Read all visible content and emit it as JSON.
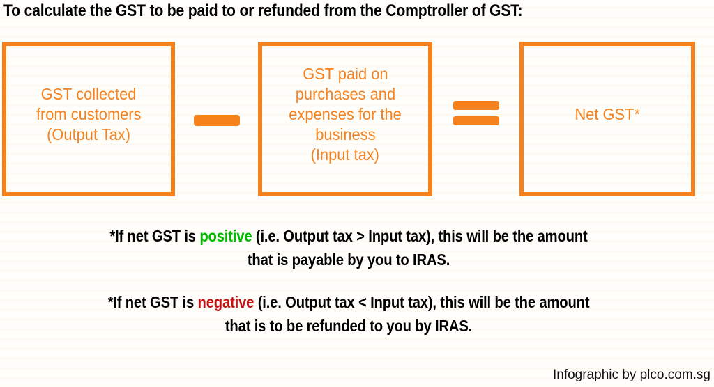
{
  "title": "To calculate the GST to be paid to or refunded from the Comptroller of GST:",
  "equation": {
    "output_box": {
      "lines": [
        "GST collected",
        "from customers",
        "(Output Tax)"
      ]
    },
    "operator_minus": "minus-sign",
    "input_box": {
      "lines": [
        "GST paid on",
        "purchases and",
        "expenses for the",
        "business",
        "(Input tax)"
      ]
    },
    "operator_equals": "equals-sign",
    "result_box": {
      "lines": [
        "Net GST*"
      ]
    }
  },
  "notes": [
    {
      "before_keyword": "*If net GST is ",
      "keyword": "positive",
      "keyword_color": "#00bb00",
      "after_keyword": " (i.e. Output tax > Input tax), this will be the amount",
      "line2": "that is payable by you to IRAS."
    },
    {
      "before_keyword": "*If net GST is ",
      "keyword": "negative",
      "keyword_color": "#c41114",
      "after_keyword": " (i.e. Output tax < Input tax), this will be the amount",
      "line2": "that is to be refunded to you by IRAS."
    }
  ],
  "credit": "Infographic by plco.com.sg",
  "colors": {
    "accent_orange": "#f6821e",
    "positive_green": "#00bb00",
    "negative_red": "#c41114",
    "text_black": "#000000"
  }
}
